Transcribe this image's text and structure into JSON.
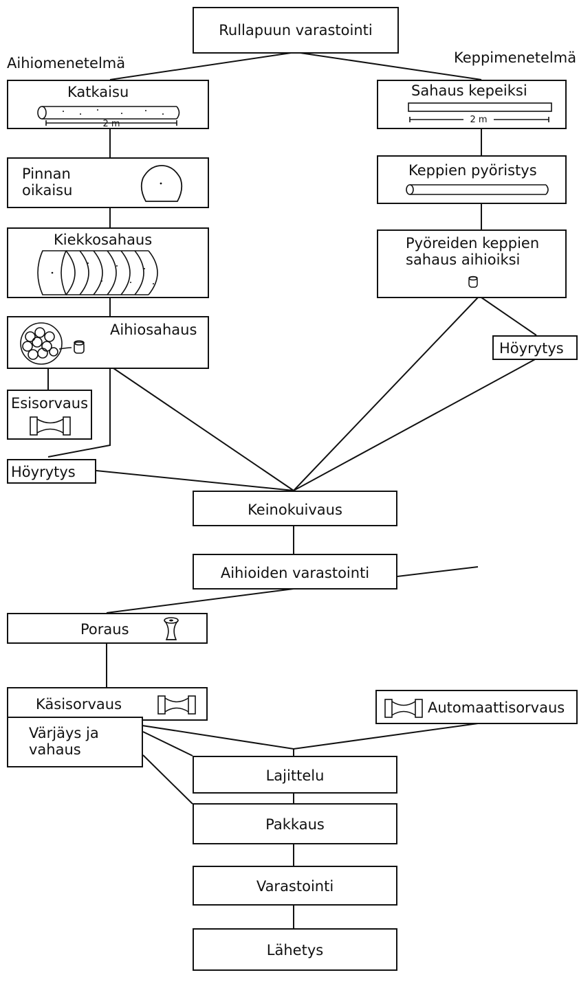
{
  "diagram": {
    "method_left": "Aihiomenetelmä",
    "method_right": "Keppimenetelmä",
    "dimension_2m": "2 m",
    "nodes": {
      "rullapuu": "Rullapuun varastointi",
      "katkaisu": "Katkaisu",
      "pinnan_line1": "Pinnan",
      "pinnan_line2": "oikaisu",
      "kiekkosahaus": "Kiekkosahaus",
      "aihiosahaus": "Aihiosahaus",
      "esisorvaus": "Esisorvaus",
      "hoyrytys_left": "Höyrytys",
      "sahaus_kepeiksi": "Sahaus kepeiksi",
      "keppien_pyoristys": "Keppien pyöristys",
      "pyoreiden_line1": "Pyöreiden keppien",
      "pyoreiden_line2": "sahaus aihioiksi",
      "hoyrytys_right": "Höyrytys",
      "keinokuivaus": "Keinokuivaus",
      "aihioiden_varastointi": "Aihioiden varastointi",
      "poraus": "Poraus",
      "kasisorvaus": "Käsisorvaus",
      "automaattisorvaus": "Automaattisorvaus",
      "lajittelu": "Lajittelu",
      "varjays_line1": "Värjäys ja",
      "varjays_line2": "vahaus",
      "pakkaus": "Pakkaus",
      "varastointi": "Varastointi",
      "lahetys": "Lähetys"
    }
  }
}
